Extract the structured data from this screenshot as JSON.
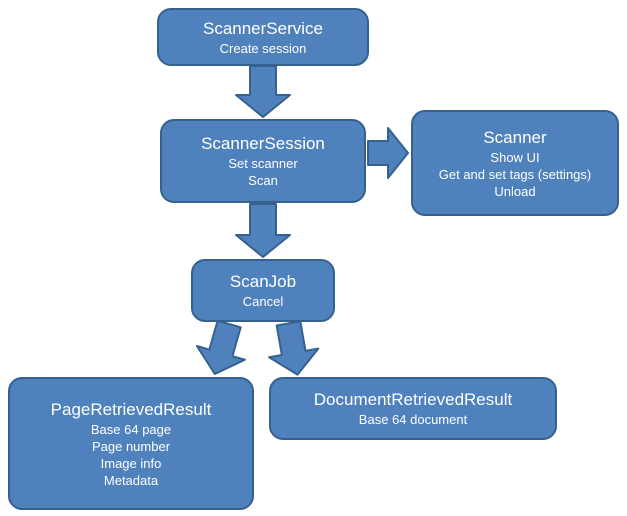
{
  "diagram": {
    "colors": {
      "canvas_bg": "#ffffff",
      "box_fill": "#4f81bd",
      "box_border": "#36618e",
      "text": "#ffffff"
    },
    "nodes": {
      "scanner_service": {
        "title": "ScannerService",
        "lines": [
          "Create session"
        ]
      },
      "scanner_session": {
        "title": "ScannerSession",
        "lines": [
          "Set scanner",
          "Scan"
        ]
      },
      "scanner": {
        "title": "Scanner",
        "lines": [
          "Show UI",
          "Get and set tags (settings)",
          "Unload"
        ]
      },
      "scan_job": {
        "title": "ScanJob",
        "lines": [
          "Cancel"
        ]
      },
      "page_retrieved_result": {
        "title": "PageRetrievedResult",
        "lines": [
          "Base 64 page",
          "Page number",
          "Image info",
          "Metadata"
        ]
      },
      "document_retrieved_result": {
        "title": "DocumentRetrievedResult",
        "lines": [
          "Base 64 document"
        ]
      }
    }
  }
}
